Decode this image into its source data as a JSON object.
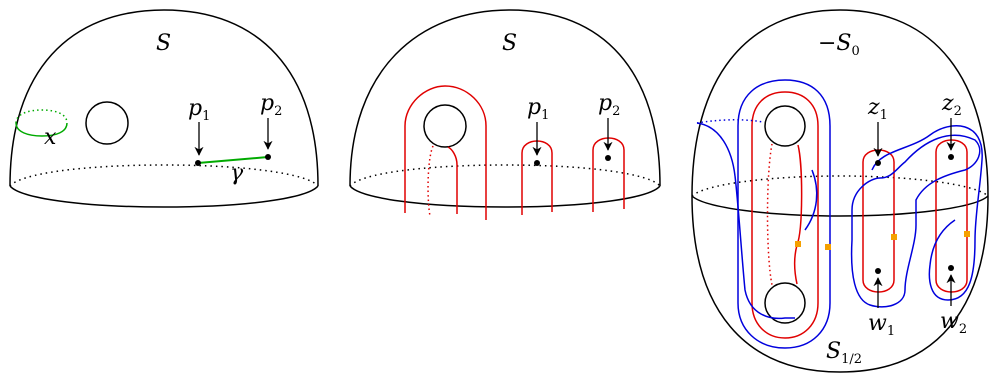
{
  "panels": [
    {
      "title": "S",
      "labels": {
        "x": "x",
        "p1": "p",
        "p1_sub": "1",
        "p2": "p",
        "p2_sub": "2",
        "gamma": "γ"
      }
    },
    {
      "title": "S",
      "labels": {
        "p1": "p",
        "p1_sub": "1",
        "p2": "p",
        "p2_sub": "2"
      }
    },
    {
      "title": "−S",
      "title_sub": "0",
      "labels": {
        "z1": "z",
        "z1_sub": "1",
        "z2": "z",
        "z2_sub": "2",
        "w1": "w",
        "w1_sub": "1",
        "w2": "w",
        "w2_sub": "2",
        "s_half": "S",
        "s_half_sub": "1/2"
      }
    }
  ],
  "colors": {
    "outline": "#000000",
    "curve_red": "#e00000",
    "curve_blue": "#0000dd",
    "arc_green": "#00aa00",
    "intersection_orange": "#f5a000"
  }
}
